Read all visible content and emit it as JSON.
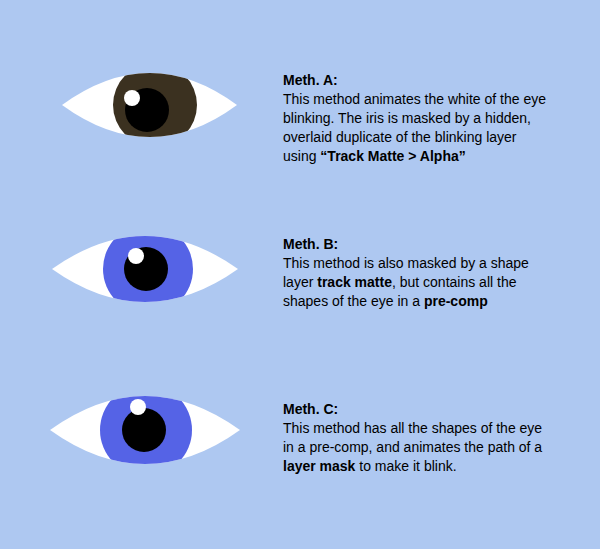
{
  "diagram": {
    "labels": [
      "Meth. A:",
      "This method animates the white of the eye blinking. The iris is masked by a hidden, overlaid duplicate of the blinking layer using",
      "“Track Matte > Alpha”",
      "Meth. B:",
      "This method is also masked by a shape layer",
      "track matte",
      ", but contains all the shapes of the eye in a",
      "pre-comp",
      "Meth. C:",
      "This method has all the shapes of the eye in a pre-comp, and animates the path of a",
      "layer mask",
      "to make it blink."
    ]
  }
}
